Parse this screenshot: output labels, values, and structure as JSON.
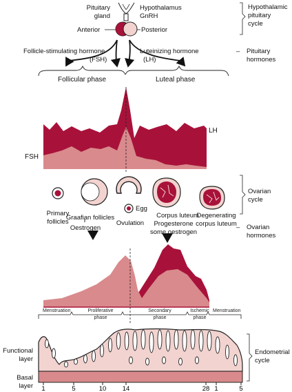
{
  "colors": {
    "dark": "#a8123a",
    "light": "#d98a8c",
    "pale": "#f2d3cf",
    "outline": "#222222"
  },
  "labels": {
    "pituitary_gland": "Pituitary\ngland",
    "anterior": "Anterior",
    "hypothalamus": "Hypothalamus\nGnRH",
    "posterior": "Posterior",
    "hypothalamic_pituitary_cycle": "Hypothalamic\npituitary\ncycle",
    "fsh_full": "Follicle-stimulating hormone",
    "fsh_abbr": "(FSH)",
    "lh_full": "Luteinizing hormone",
    "lh_abbr": "(LH)",
    "pituitary_hormones": "Pituitary\nhormones",
    "follicular_phase": "Follicular phase",
    "luteal_phase": "Luteal phase",
    "lh": "LH",
    "fsh": "FSH",
    "primary_follicles": "Primary\nfollicles",
    "graafian_follicles": "Graafian follicles",
    "egg": "Egg",
    "ovulation": "Ovulation",
    "corpus_luteum": "Corpus luteum",
    "degenerating_corpus_luteum": "Degenerating\ncorpus luteum",
    "ovarian_cycle": "Ovarian\ncycle",
    "oestrogen": "Oestrogen",
    "progesterone": "Progesterone\nsome oestrogen",
    "ovarian_hormones": "Ovarian\nhormones",
    "menstruation_1": "Menstruation",
    "proliferative_phase": "Proliferative\nphase",
    "secondary_phase": "Secondary\nphase",
    "ischemic_phase": "Ischemic\nphase",
    "menstruation_2": "Menstruation",
    "functional_layer": "Functional\nlayer",
    "basal_layer": "Basal\nlayer",
    "endometrial_cycle": "Endometrial\ncycle"
  },
  "day_ticks": [
    "1",
    "5",
    "10",
    "14",
    "28",
    "1",
    "5"
  ]
}
